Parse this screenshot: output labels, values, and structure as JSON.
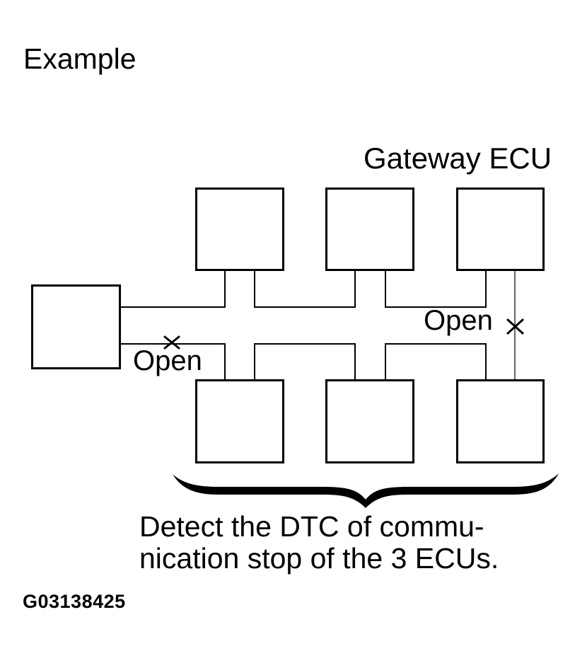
{
  "figure": {
    "title": "Example",
    "code": "G03138425"
  },
  "labels": {
    "gateway_ecu": "Gateway ECU",
    "open_1": "Open",
    "open_2": "Open"
  },
  "caption": {
    "line1": "Detect the DTC of commu-",
    "line2": "nication stop of the 3 ECUs."
  },
  "colors": {
    "ink": "#000000",
    "paper": "#ffffff"
  },
  "diagram": {
    "type": "can-bus-schematic",
    "unlabeled_ecu_boxes": 7,
    "bus_lines": 2,
    "open_circuit_marks": [
      {
        "label": "Open",
        "mark": "x",
        "location": "lower bus line between left ECU and first bottom ECU stub"
      },
      {
        "label": "Open",
        "mark": "x",
        "location": "right end wire between Gateway ECU and third bottom ECU"
      }
    ],
    "brace_groups": "three bottom ECU boxes"
  }
}
